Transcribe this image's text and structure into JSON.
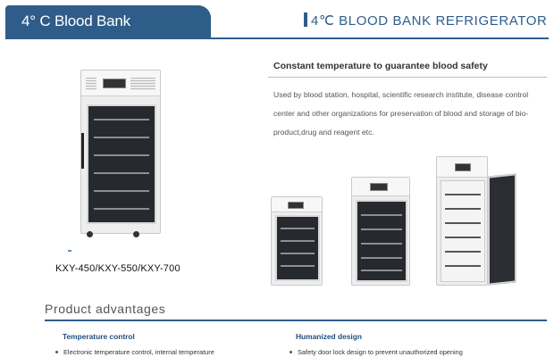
{
  "header": {
    "tab_title": "4° C Blood Bank Refrigerator",
    "right_title": "4℃ BLOOD BANK REFRIGERATOR"
  },
  "intro": {
    "subheading": "Constant temperature to guarantee blood safety",
    "lines": [
      "Used by blood station, hospital, scientific research institute, disease control",
      "center and other organizations for preservation of blood and storage of bio-",
      "product,drug and reagent etc."
    ]
  },
  "product": {
    "model_label": "KXY-450/KXY-550/KXY-700"
  },
  "advantages": {
    "title": "Product advantages",
    "columns": [
      {
        "heading": "Temperature control",
        "item": "Electronic temperature control, internal temperature"
      },
      {
        "heading": "Humanized design",
        "item": "Safety door lock design to prevent unauthorized opening"
      }
    ]
  },
  "colors": {
    "brand_blue": "#2f5d8a",
    "feature_heading": "#1f4e7e",
    "cabinet": "#eeeeee",
    "door_glass": "#26292d"
  }
}
